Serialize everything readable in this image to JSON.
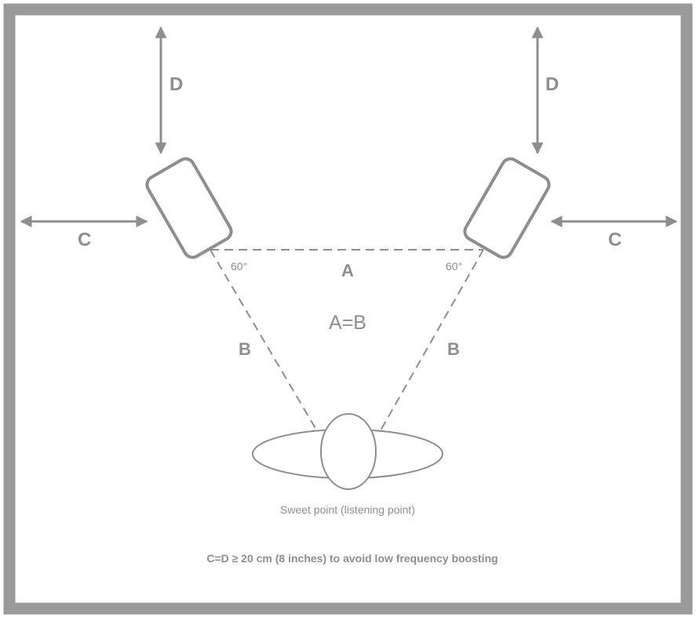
{
  "labels": {
    "d_left": "D",
    "d_right": "D",
    "c_left": "C",
    "c_right": "C",
    "a": "A",
    "b_left": "B",
    "b_right": "B",
    "angle_left": "60°",
    "angle_right": "60°",
    "equation": "A=B"
  },
  "listener": {
    "caption": "Sweet point (listening point)"
  },
  "footnote": "C=D ≥ 20 cm (8 inches) to avoid low frequency boosting",
  "colors": {
    "frame": "#9a9a9a",
    "stroke": "#8e8e8e",
    "text": "#8e8e8e",
    "background": "#ffffff"
  }
}
